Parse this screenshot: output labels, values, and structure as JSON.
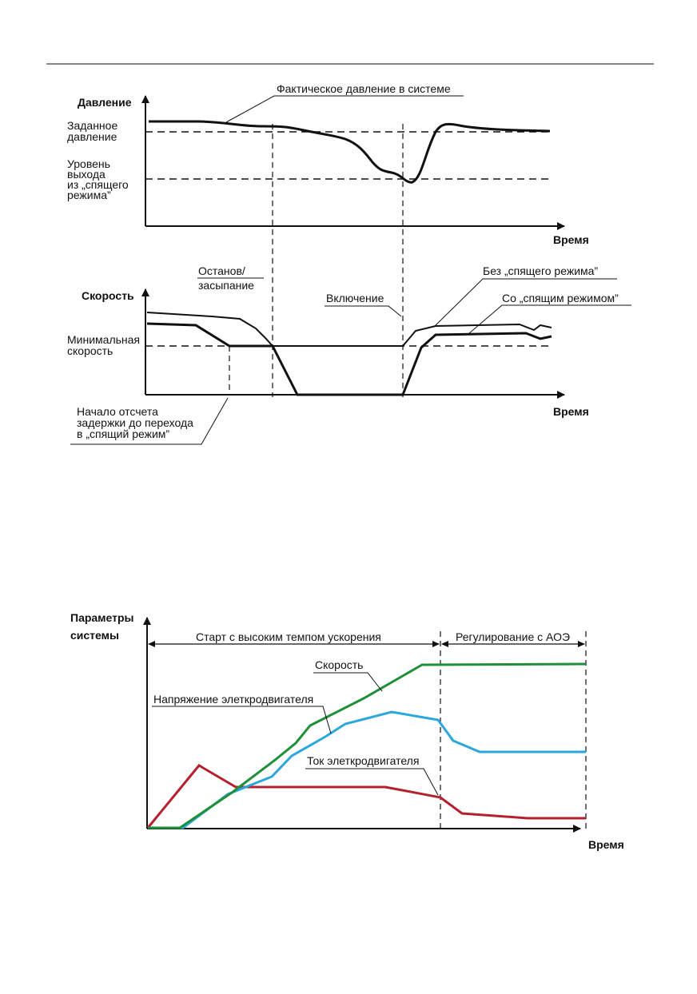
{
  "colors": {
    "ink": "#111111",
    "speed": "#1f8f3a",
    "voltage": "#2aa7dd",
    "current": "#b5202e"
  },
  "diagram1": {
    "pressure_axis": "Давление",
    "time_axis_top": "Время",
    "actual_pressure": "Фактическое давление в системе",
    "setpoint_line1": "Заданное",
    "setpoint_line2": "давление",
    "wake_line1": "Уровень",
    "wake_line2": "выхода",
    "wake_line3": "из „спящего",
    "wake_line4": "режима”",
    "stop_line1": "Останов/",
    "stop_line2": "засыпание",
    "speed_axis": "Скорость",
    "switch_on": "Включение",
    "without_sleep": "Без „спящего режима”",
    "with_sleep": "Со „спящим режимом”",
    "min_speed_line1": "Минимальная",
    "min_speed_line2": "скорость",
    "time_axis_bottom": "Время",
    "delay_line1": "Начало отсчета",
    "delay_line2": "задержки до перехода",
    "delay_line3": "в „спящий режим”"
  },
  "diagram2": {
    "yaxis_line1": "Параметры",
    "yaxis_line2": "системы",
    "phase_start": "Старт с высоким темпом ускорения",
    "phase_regulation": "Регулирование с АОЭ",
    "speed_label": "Скорость",
    "voltage_label": "Напряжение элеткродвигателя",
    "current_label": "Ток элеткродвигателя",
    "time_axis": "Время"
  }
}
